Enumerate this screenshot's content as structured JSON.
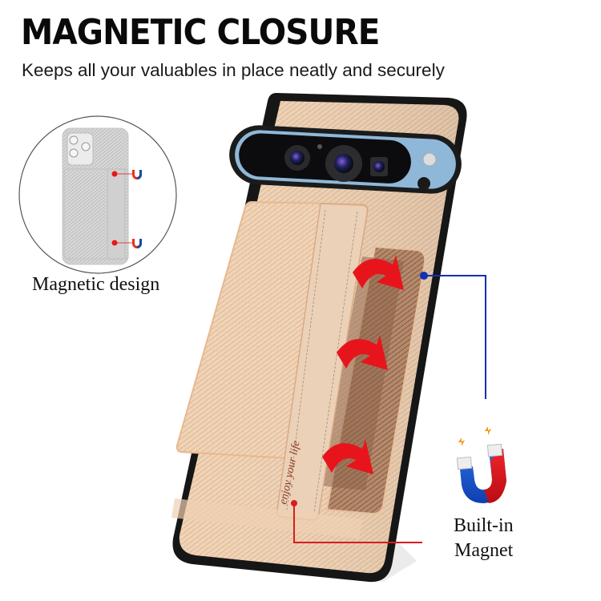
{
  "header": {
    "title": "MAGNETIC CLOSURE",
    "subtitle": "Keeps all your valuables in place neatly and securely"
  },
  "inset": {
    "label": "Magnetic design",
    "icon": "magnet-icon"
  },
  "product": {
    "card_text": "enjoy your life",
    "case_color": "#f0d2b4",
    "pocket_color": "#a87a5e",
    "bumper_color": "#151515",
    "camera_bar_color": "#8fb8d8",
    "arrow_color": "#e8141c"
  },
  "callouts": {
    "built_in_line1": "Built-in",
    "built_in_line2": "Magnet",
    "blue_line_color": "#1030b8",
    "red_line_color": "#d81c20"
  }
}
